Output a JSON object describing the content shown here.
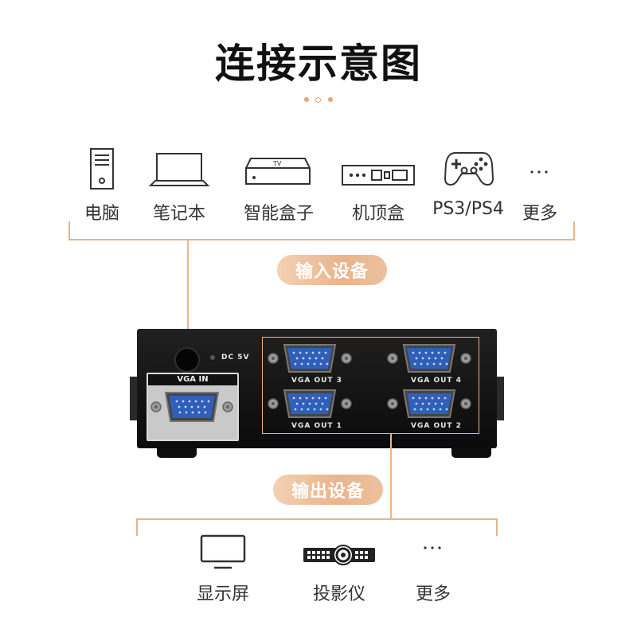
{
  "header": {
    "title": "连接示意图"
  },
  "input_devices": {
    "items": [
      {
        "label": "电脑",
        "icon": "pc-tower-icon"
      },
      {
        "label": "笔记本",
        "icon": "laptop-icon"
      },
      {
        "label": "智能盒子",
        "icon": "smart-tv-box-icon",
        "icon_text": "TV"
      },
      {
        "label": "机顶盒",
        "icon": "set-top-box-icon"
      },
      {
        "label": "PS3/PS4",
        "icon": "gamepad-icon"
      },
      {
        "label": "更多",
        "icon": "more-icon"
      }
    ],
    "tag": "输入设备"
  },
  "device": {
    "dc_label": "DC 5V",
    "vga_in_label": "VGA IN",
    "outputs": [
      "VGA OUT 3",
      "VGA OUT 4",
      "VGA OUT 1",
      "VGA OUT 2"
    ]
  },
  "output_devices": {
    "tag": "输出设备",
    "items": [
      {
        "label": "显示屏",
        "icon": "monitor-icon"
      },
      {
        "label": "投影仪",
        "icon": "projector-icon"
      },
      {
        "label": "更多",
        "icon": "more-icon"
      }
    ]
  },
  "colors": {
    "accent": "#e8b48c",
    "connector_blue": "#2f5fb8",
    "device_body": "#141414"
  }
}
